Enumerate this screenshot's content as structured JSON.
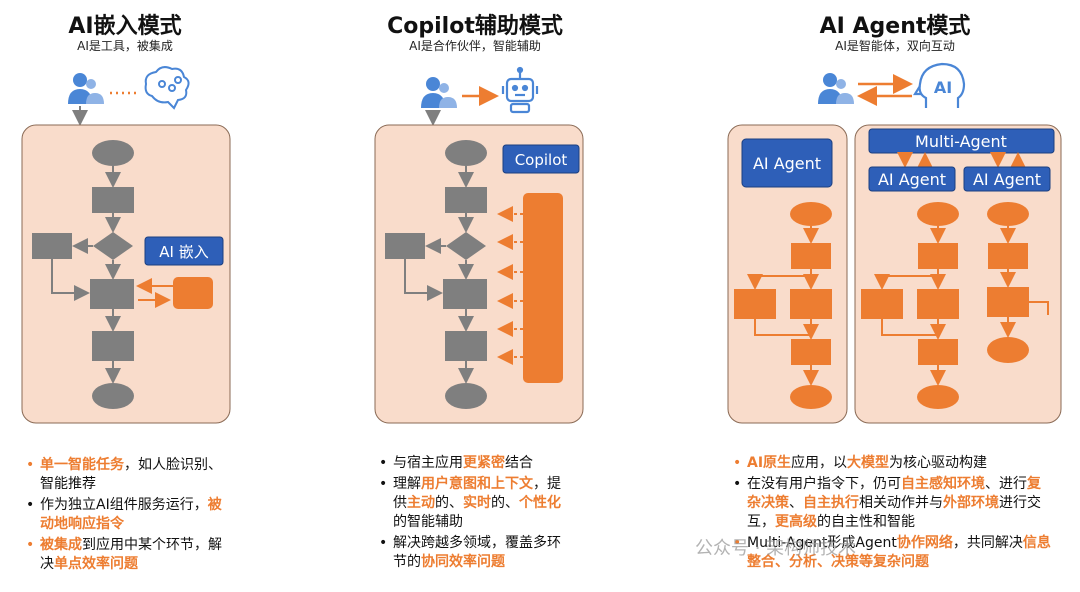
{
  "columns": [
    {
      "title": "AI嵌入模式",
      "subtitle": "AI是工具，被集成"
    },
    {
      "title": "Copilot辅助模式",
      "subtitle": "AI是合作伙伴，智能辅助"
    },
    {
      "title": "AI Agent模式",
      "subtitle": "AI是智能体，双向互动"
    }
  ],
  "labels": {
    "ai_embed": "AI 嵌入",
    "copilot": "Copilot",
    "ai_agent_main": "AI Agent",
    "multi_agent": "Multi-Agent",
    "ai_agent_1": "AI Agent",
    "ai_agent_2": "AI Agent",
    "ai_icon_text": "AI"
  },
  "bullets": {
    "col1": [
      {
        "parts": [
          {
            "t": "单一智能任务",
            "h": true
          },
          {
            "t": "，如人脸识别、智能推荐",
            "h": false
          }
        ],
        "orange": true
      },
      {
        "parts": [
          {
            "t": "作为独立AI组件服务运行，",
            "h": false
          },
          {
            "t": "被动地响应指令",
            "h": true
          }
        ],
        "orange": false
      },
      {
        "parts": [
          {
            "t": "被集成",
            "h": true
          },
          {
            "t": "到应用中某个环节，解决",
            "h": false
          },
          {
            "t": "单点效率问题",
            "h": true
          }
        ],
        "orange": true
      }
    ],
    "col2": [
      {
        "parts": [
          {
            "t": "与宿主应用",
            "h": false
          },
          {
            "t": "更紧密",
            "h": true
          },
          {
            "t": "结合",
            "h": false
          }
        ],
        "orange": false
      },
      {
        "parts": [
          {
            "t": "理解",
            "h": false
          },
          {
            "t": "用户意图和上下文",
            "h": true
          },
          {
            "t": "，提供",
            "h": false
          },
          {
            "t": "主动",
            "h": true
          },
          {
            "t": "的、",
            "h": false
          },
          {
            "t": "实时",
            "h": true
          },
          {
            "t": "的、",
            "h": false
          },
          {
            "t": "个性化",
            "h": true
          },
          {
            "t": "的智能辅助",
            "h": false
          }
        ],
        "orange": false
      },
      {
        "parts": [
          {
            "t": "解决跨越多领域，覆盖多环节的",
            "h": false
          },
          {
            "t": "协同效率问题",
            "h": true
          }
        ],
        "orange": false
      }
    ],
    "col3": [
      {
        "parts": [
          {
            "t": "AI原生",
            "h": true
          },
          {
            "t": "应用，以",
            "h": false
          },
          {
            "t": "大模型",
            "h": true
          },
          {
            "t": "为核心驱动构建",
            "h": false
          }
        ],
        "orange": true
      },
      {
        "parts": [
          {
            "t": "在没有用户指令下，仍可",
            "h": false
          },
          {
            "t": "自主感知环境",
            "h": true
          },
          {
            "t": "、进行",
            "h": false
          },
          {
            "t": "复杂决策",
            "h": true
          },
          {
            "t": "、",
            "h": false
          },
          {
            "t": "自主执行",
            "h": true
          },
          {
            "t": "相关动作并与",
            "h": false
          },
          {
            "t": "外部环境",
            "h": true
          },
          {
            "t": "进行交互，",
            "h": false
          },
          {
            "t": "更高级",
            "h": true
          },
          {
            "t": "的自主性和智能",
            "h": false
          }
        ],
        "orange": false
      },
      {
        "parts": [
          {
            "t": "Multi-Agent",
            "h": false
          },
          {
            "t": "形成Agent",
            "h": false
          },
          {
            "t": "协作网络",
            "h": true
          },
          {
            "t": "，共同解决",
            "h": false
          },
          {
            "t": "信息整合、分析、决策等复杂问题",
            "h": true
          }
        ],
        "orange": true
      }
    ]
  },
  "watermark": "公众号 · 架构师技术",
  "colors": {
    "orange": "#ed7d31",
    "gray": "#7f7f7f",
    "blue": "#2e5fb8",
    "panel": "#f9dccb",
    "person": "#4a86d6"
  }
}
